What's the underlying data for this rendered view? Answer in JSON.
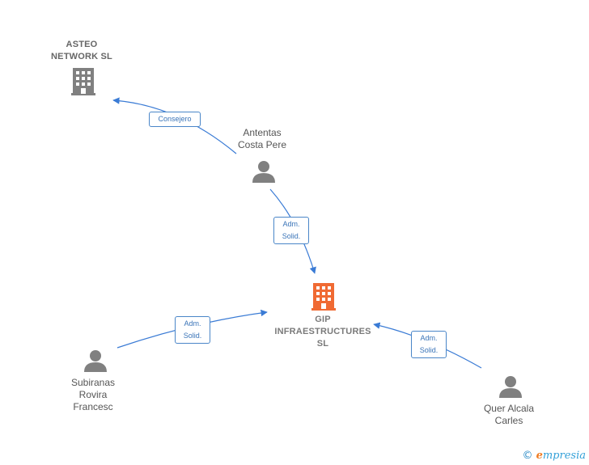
{
  "nodes": [
    {
      "id": "asteo",
      "type": "company",
      "label": "ASTEO\nNETWORK  SL",
      "color": "#808080"
    },
    {
      "id": "antentas",
      "type": "person",
      "label": "Antentas\nCosta Pere",
      "color": "#808080"
    },
    {
      "id": "gip",
      "type": "company",
      "label": "GIP\nINFRAESTRUCTURES\nSL",
      "color": "#f06a33"
    },
    {
      "id": "subiranas",
      "type": "person",
      "label": "Subiranas\nRovira\nFrancesc",
      "color": "#808080"
    },
    {
      "id": "quer",
      "type": "person",
      "label": "Quer Alcala\nCarles",
      "color": "#808080"
    }
  ],
  "edges": [
    {
      "from": "antentas",
      "to": "asteo",
      "label": "Consejero"
    },
    {
      "from": "antentas",
      "to": "gip",
      "label": "Adm.\nSolid."
    },
    {
      "from": "subiranas",
      "to": "gip",
      "label": "Adm.\nSolid."
    },
    {
      "from": "quer",
      "to": "gip",
      "label": "Adm.\nSolid."
    }
  ],
  "colors": {
    "edge": "#3a7bd5",
    "company_main": "#f06a33",
    "node_gray": "#808080"
  },
  "footer": {
    "copyright": "©",
    "brand_initial": "e",
    "brand_rest": "mpresia"
  }
}
